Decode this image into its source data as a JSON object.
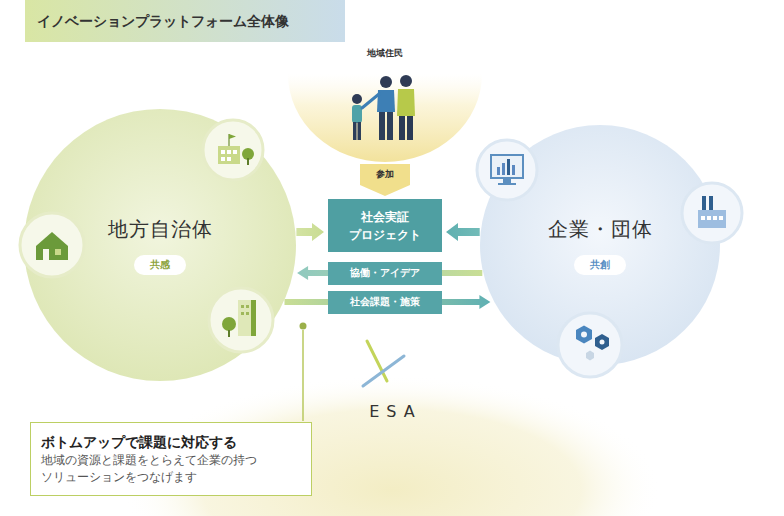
{
  "diagram": {
    "title": "イノベーションプラットフォーム全体像",
    "nodes": [
      {
        "text": [
          "地域住民"
        ]
      },
      {
        "text": [
          "地方自治体",
          "共感"
        ]
      },
      {
        "text": [
          "社会実証 プロジェクト"
        ]
      },
      {
        "text": [
          "企業・団体",
          "共創"
        ]
      },
      {
        "text": [
          "ボトムアップで課題に対応する",
          "地域の資源と課題をとらえて企業の持つ ソリューションをつなげます"
        ]
      }
    ],
    "edges": [
      {
        "from": 0,
        "to": 2,
        "label": "参加",
        "arrow": "to"
      },
      {
        "from": 1,
        "to": 2,
        "arrow": "to"
      },
      {
        "from": 3,
        "to": 2,
        "arrow": "to"
      },
      {
        "from": 3,
        "to": 1,
        "label": "協働・アイデア",
        "arrow": "to"
      },
      {
        "from": 1,
        "to": 3,
        "label": "社会課題・施策",
        "arrow": "to"
      }
    ],
    "labels": [
      "ESA"
    ]
  }
}
